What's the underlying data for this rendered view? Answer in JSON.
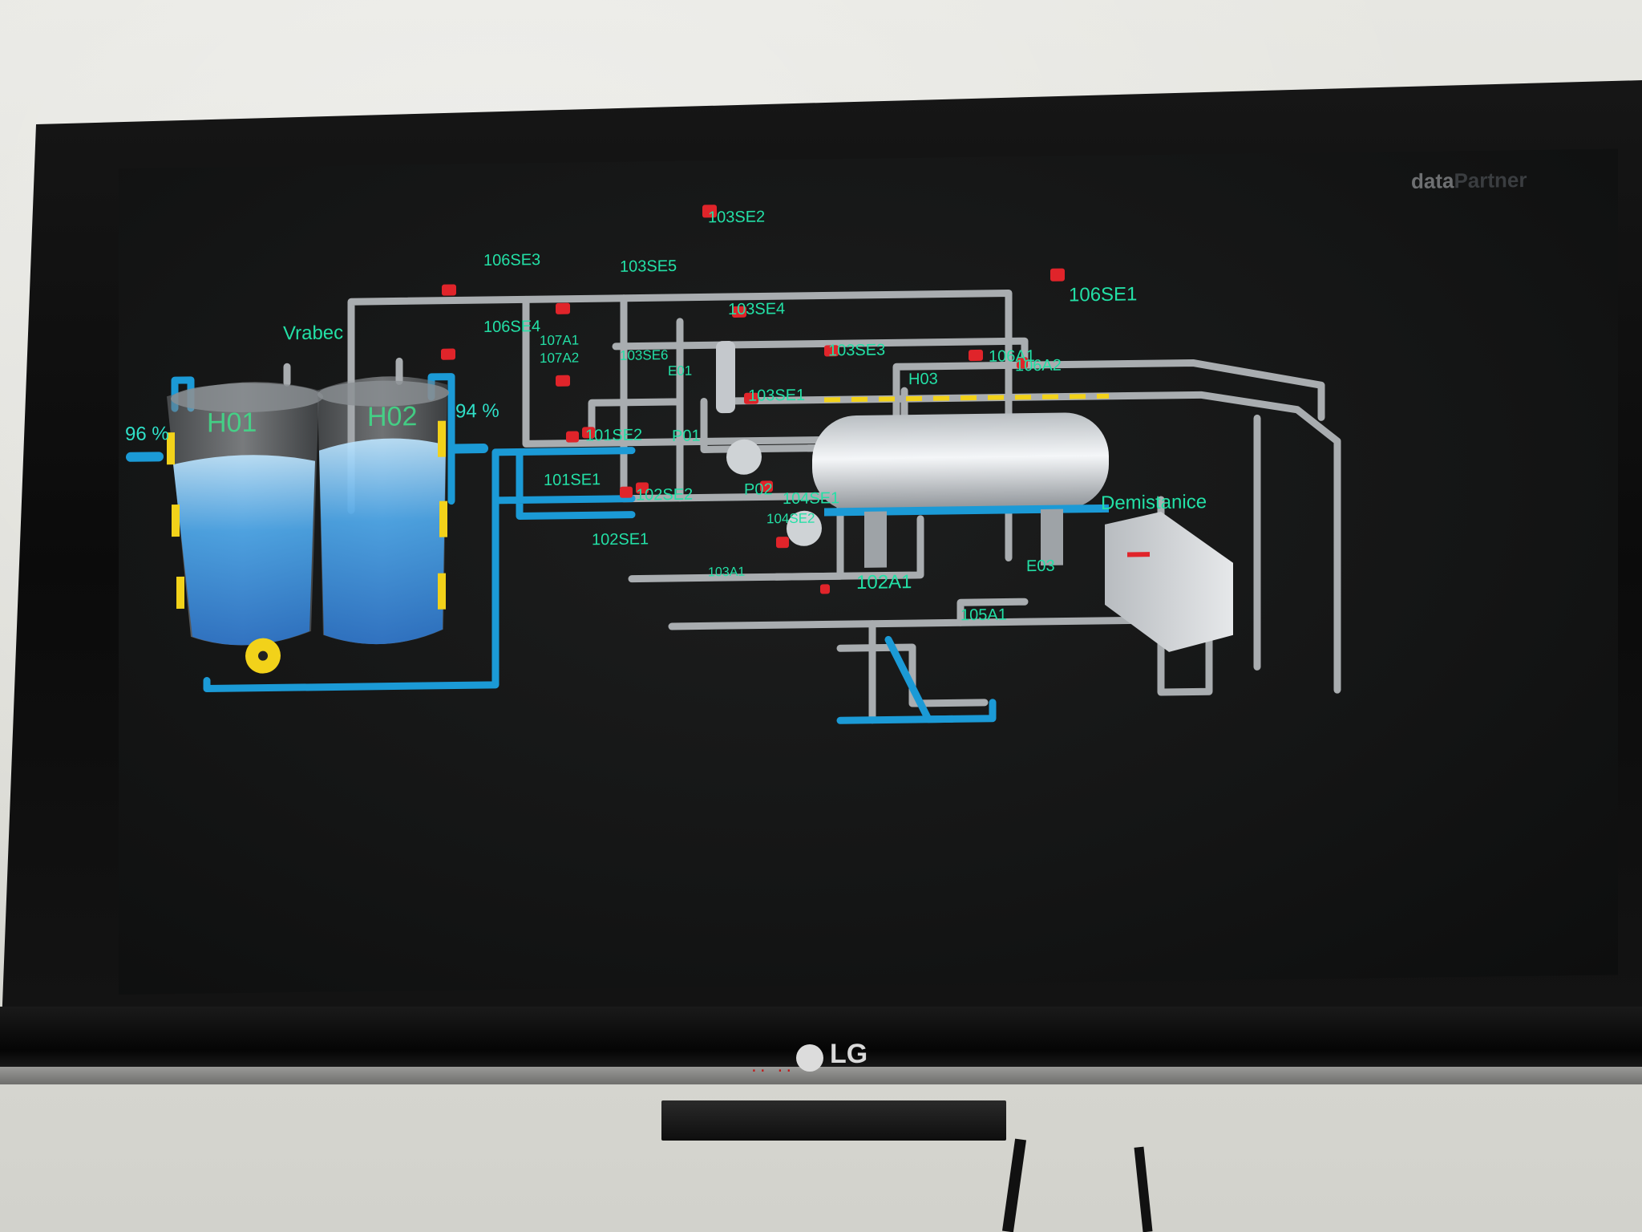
{
  "brand": {
    "prefix": "data",
    "suffix": "Partner"
  },
  "tanks": {
    "h01": "H01",
    "h02": "H02",
    "h03": "H03"
  },
  "levels": {
    "h01_level": "96 %",
    "h02_level": "94 %",
    "h01_fraction": 0.96,
    "h02_fraction": 0.94
  },
  "labels": {
    "vrabec": "Vrabec",
    "demistanice": "Demistanice",
    "s106SE3": "106SE3",
    "s106SE4": "106SE4",
    "s103SE2": "103SE2",
    "s103SE5": "103SE5",
    "s103SE4": "103SE4",
    "s106SE1": "106SE1",
    "s107A1": "107A1",
    "s107A2": "107A2",
    "s103SE6": "103SE6",
    "e01": "E01",
    "s103SE3": "103SE3",
    "s103SE1": "103SE1",
    "s106A1": "106A1",
    "s106A2": "106A2",
    "s101SE2": "101SE2",
    "p01": "P01",
    "s101SE1": "101SE1",
    "s102SE2": "102SE2",
    "s102SE1": "102SE1",
    "p02": "P02",
    "s104SE1": "104SE1",
    "s104SE2": "104SE2",
    "s103A1": "103A1",
    "s102A1": "102A1",
    "s105A1": "105A1",
    "e03": "E03"
  },
  "monitor": {
    "logo": "LG"
  },
  "colors": {
    "label": "#23e0a6",
    "water_pipe": "#1b9ad6",
    "steel_pipe": "#a9adb0",
    "valve_cap": "#e0242a",
    "hazard": "#f2d21a"
  }
}
